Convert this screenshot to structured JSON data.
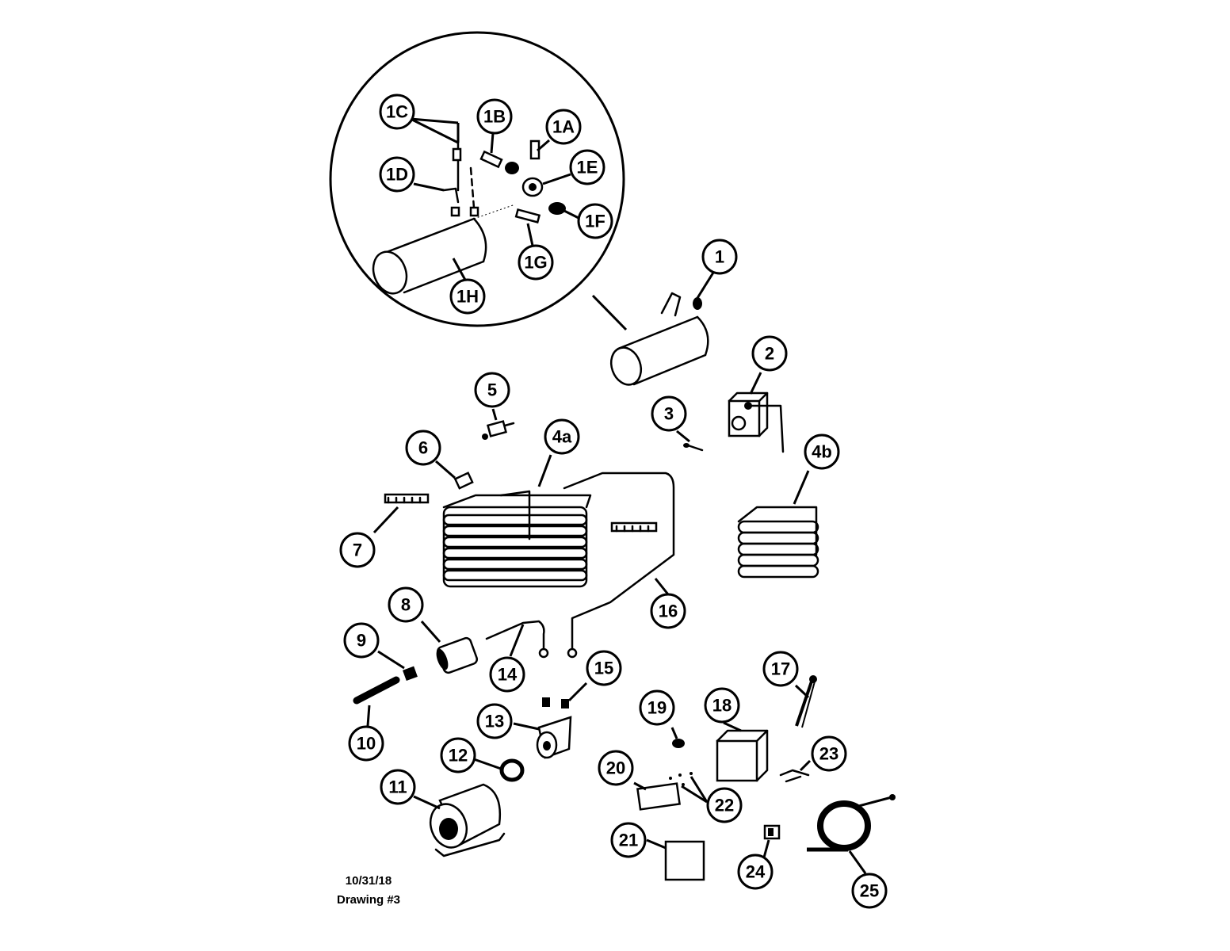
{
  "callouts": {
    "c1": "1",
    "c1a": "1A",
    "c1b": "1B",
    "c1c": "1C",
    "c1d": "1D",
    "c1e": "1E",
    "c1f": "1F",
    "c1g": "1G",
    "c1h": "1H",
    "c2": "2",
    "c3": "3",
    "c4a": "4a",
    "c4b": "4b",
    "c5": "5",
    "c6": "6",
    "c7": "7",
    "c8": "8",
    "c9": "9",
    "c10": "10",
    "c11": "11",
    "c12": "12",
    "c13": "13",
    "c14": "14",
    "c15": "15",
    "c16": "16",
    "c17": "17",
    "c18": "18",
    "c19": "19",
    "c20": "20",
    "c21": "21",
    "c22": "22",
    "c23": "23",
    "c24": "24",
    "c25": "25"
  },
  "footer": {
    "date": "10/31/18",
    "drawing": "Drawing #3"
  }
}
